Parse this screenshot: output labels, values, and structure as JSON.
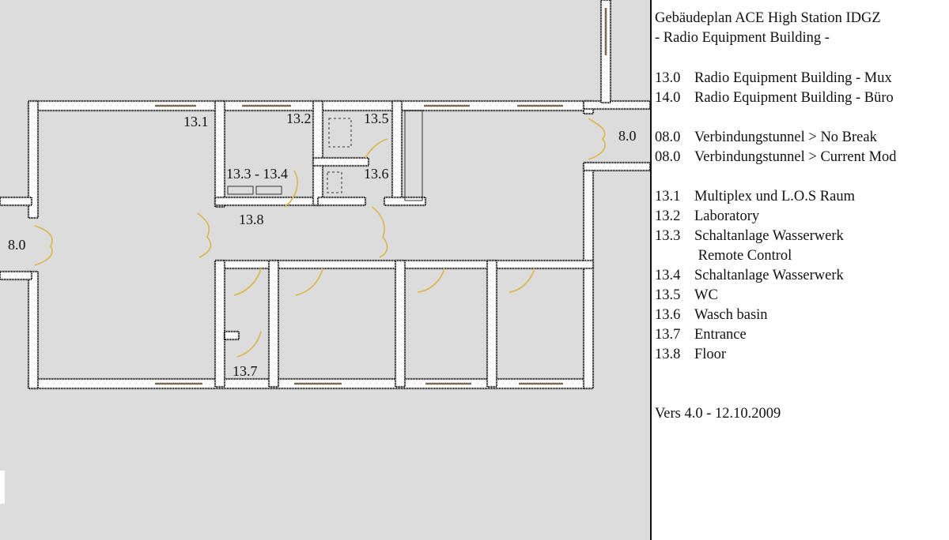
{
  "plan": {
    "room_labels": {
      "r13_1": "13.1",
      "r13_2": "13.2",
      "r13_5": "13.5",
      "r13_3_4": "13.3 - 13.4",
      "r13_6": "13.6",
      "r13_8": "13.8",
      "r13_7": "13.7",
      "tunnel_left": "8.0",
      "tunnel_right": "8.0"
    },
    "colors": {
      "background": "#dcdcdc",
      "wall_fill": "#ffffff",
      "wall_stroke": "#1a1a1a",
      "door_swing": "#d9b54a",
      "window": "#7a6a58"
    }
  },
  "legend": {
    "title_line1": "Gebäudeplan ACE High Station IDGZ",
    "title_line2": "- Radio Equipment Building -",
    "buildings": [
      {
        "code": "13.0",
        "text": "Radio Equipment Building - Mux"
      },
      {
        "code": "14.0",
        "text": "Radio Equipment Building - Büro"
      }
    ],
    "tunnels": [
      {
        "code": "08.0",
        "text": "Verbindungstunnel > No Break"
      },
      {
        "code": "08.0",
        "text": "Verbindungstunnel > Current Mod"
      }
    ],
    "rooms": [
      {
        "code": "13.1",
        "text": "Multiplex und L.O.S Raum"
      },
      {
        "code": "13.2",
        "text": "Laboratory"
      },
      {
        "code": "13.3",
        "text": "Schaltanlage Wasserwerk"
      },
      {
        "code": "",
        "text": " Remote Control"
      },
      {
        "code": "13.4",
        "text": "Schaltanlage Wasserwerk"
      },
      {
        "code": "13.5",
        "text": "WC"
      },
      {
        "code": "13.6",
        "text": "Wasch basin"
      },
      {
        "code": "13.7",
        "text": "Entrance"
      },
      {
        "code": "13.8",
        "text": "Floor"
      }
    ],
    "version": "Vers 4.0 - 12.10.2009"
  }
}
